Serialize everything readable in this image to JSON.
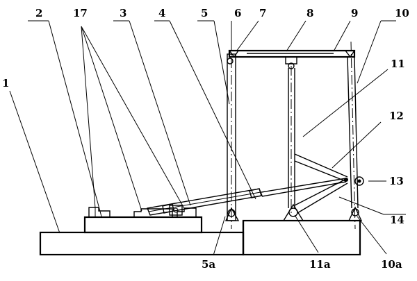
{
  "labels": {
    "l1": "1",
    "l2": "2",
    "l17": "17",
    "l3": "3",
    "l4": "4",
    "l5": "5",
    "l6": "6",
    "l7": "7",
    "l8": "8",
    "l9": "9",
    "l10": "10",
    "l11": "11",
    "l12": "12",
    "l13": "13",
    "l14": "14",
    "l5a": "5a",
    "l11a": "11a",
    "l10a": "10a"
  }
}
